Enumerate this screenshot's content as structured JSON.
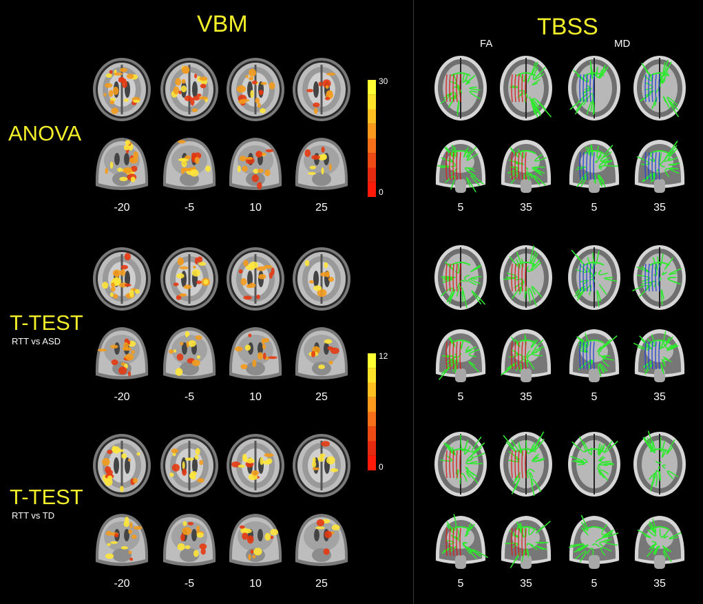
{
  "sections": {
    "vbm": {
      "title": "VBM"
    },
    "tbss": {
      "title": "TBSS",
      "fa_label": "FA",
      "md_label": "MD"
    }
  },
  "rows": [
    {
      "label": "ANOVA",
      "sublabel": ""
    },
    {
      "label": "T-TEST",
      "sublabel": "RTT vs ASD"
    },
    {
      "label": "T-TEST",
      "sublabel": "RTT vs TD"
    }
  ],
  "vbm_slice_coords": [
    "-20",
    "-5",
    "10",
    "25"
  ],
  "tbss_slice_coords": [
    "5",
    "35",
    "5",
    "35"
  ],
  "colorbars": [
    {
      "max_label": "30",
      "min_label": "0"
    },
    {
      "max_label": "12",
      "min_label": "0"
    }
  ],
  "colors": {
    "title_yellow": "#f2ef2a",
    "vbm_blob_low": "#e53a12",
    "vbm_blob_mid": "#f39b1c",
    "vbm_blob_high": "#ffe63a",
    "tbss_skeleton": "#2ee82e",
    "tbss_fa_effect": "#d91a1a",
    "tbss_md_effect": "#1f3fd6"
  }
}
